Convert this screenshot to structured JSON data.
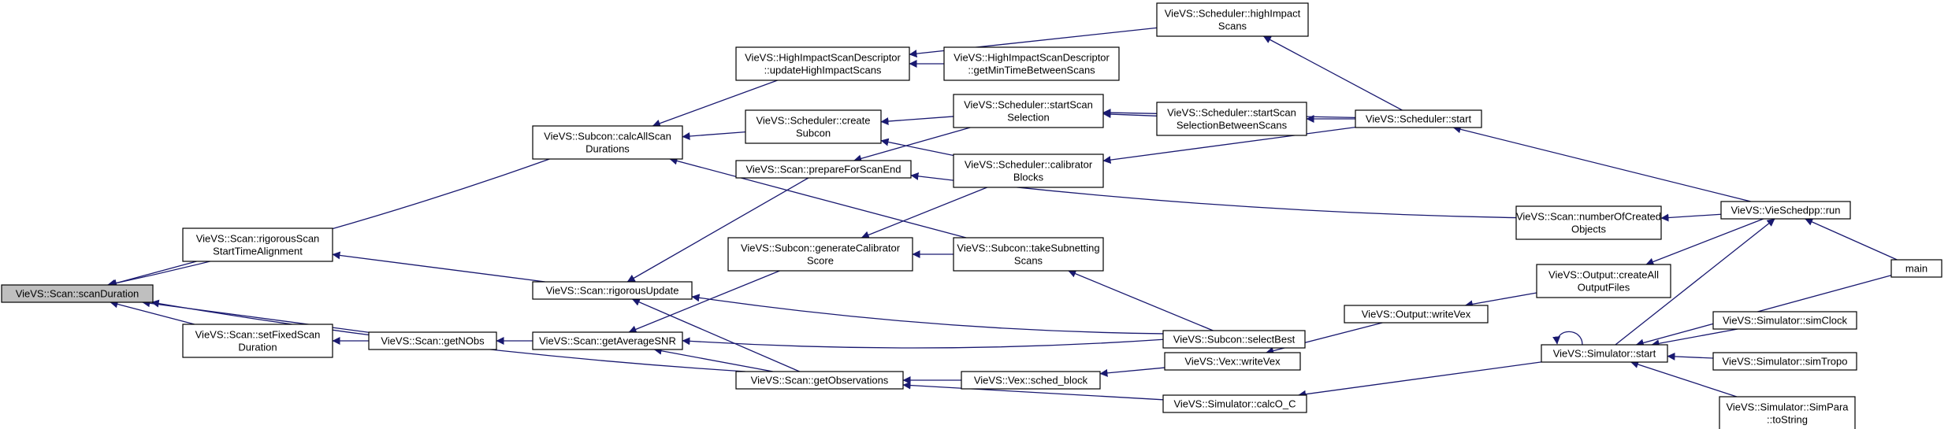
{
  "nodes": [
    {
      "id": "scanDuration",
      "lines": [
        "VieVS::Scan::scanDuration"
      ]
    },
    {
      "id": "calcAllScanDurations",
      "lines": [
        "VieVS::Subcon::calcAllScan",
        "Durations"
      ]
    },
    {
      "id": "rigorousScanStartTimeAlignment",
      "lines": [
        "VieVS::Scan::rigorousScan",
        "StartTimeAlignment"
      ]
    },
    {
      "id": "setFixedScanDuration",
      "lines": [
        "VieVS::Scan::setFixedScan",
        "Duration"
      ]
    },
    {
      "id": "getNObs",
      "lines": [
        "VieVS::Scan::getNObs"
      ]
    },
    {
      "id": "rigorousUpdate",
      "lines": [
        "VieVS::Scan::rigorousUpdate"
      ]
    },
    {
      "id": "getAverageSNR",
      "lines": [
        "VieVS::Scan::getAverageSNR"
      ]
    },
    {
      "id": "getObservations",
      "lines": [
        "VieVS::Scan::getObservations"
      ]
    },
    {
      "id": "updateHighImpactScans",
      "lines": [
        "VieVS::HighImpactScanDescriptor",
        "::updateHighImpactScans"
      ]
    },
    {
      "id": "createSubcon",
      "lines": [
        "VieVS::Scheduler::create",
        "Subcon"
      ]
    },
    {
      "id": "prepareForScanEnd",
      "lines": [
        "VieVS::Scan::prepareForScanEnd"
      ]
    },
    {
      "id": "generateCalibratorScore",
      "lines": [
        "VieVS::Subcon::generateCalibrator",
        "Score"
      ]
    },
    {
      "id": "getMinTimeBetweenScans",
      "lines": [
        "VieVS::HighImpactScanDescriptor",
        "::getMinTimeBetweenScans"
      ]
    },
    {
      "id": "highImpactScans",
      "lines": [
        "VieVS::Scheduler::highImpact",
        "Scans"
      ]
    },
    {
      "id": "startScanSelection",
      "lines": [
        "VieVS::Scheduler::startScan",
        "Selection"
      ]
    },
    {
      "id": "calibratorBlocks",
      "lines": [
        "VieVS::Scheduler::calibrator",
        "Blocks"
      ]
    },
    {
      "id": "takeSubnettingScans",
      "lines": [
        "VieVS::Subcon::takeSubnetting",
        "Scans"
      ]
    },
    {
      "id": "schedBlock",
      "lines": [
        "VieVS::Vex::sched_block"
      ]
    },
    {
      "id": "startScanSelectionBetweenScans",
      "lines": [
        "VieVS::Scheduler::startScan",
        "SelectionBetweenScans"
      ]
    },
    {
      "id": "schedulerStart",
      "lines": [
        "VieVS::Scheduler::start"
      ]
    },
    {
      "id": "selectBest",
      "lines": [
        "VieVS::Subcon::selectBest"
      ]
    },
    {
      "id": "writeVex",
      "lines": [
        "VieVS::Output::writeVex"
      ]
    },
    {
      "id": "vexWriteVex",
      "lines": [
        "VieVS::Vex::writeVex"
      ]
    },
    {
      "id": "calcOC",
      "lines": [
        "VieVS::Simulator::calcO_C"
      ]
    },
    {
      "id": "numberOfCreatedObjects",
      "lines": [
        "VieVS::Scan::numberOfCreated",
        "Objects"
      ]
    },
    {
      "id": "createAllOutputFiles",
      "lines": [
        "VieVS::Output::createAll",
        "OutputFiles"
      ]
    },
    {
      "id": "simulatorStart",
      "lines": [
        "VieVS::Simulator::start"
      ]
    },
    {
      "id": "vieSchedppRun",
      "lines": [
        "VieVS::VieSchedpp::run"
      ]
    },
    {
      "id": "simClock",
      "lines": [
        "VieVS::Simulator::simClock"
      ]
    },
    {
      "id": "simTropo",
      "lines": [
        "VieVS::Simulator::simTropo"
      ]
    },
    {
      "id": "simParaToString",
      "lines": [
        "VieVS::Simulator::SimPara",
        "::toString"
      ]
    },
    {
      "id": "main",
      "lines": [
        "main"
      ]
    }
  ],
  "edges": [
    [
      "calcAllScanDurations",
      "scanDuration"
    ],
    [
      "rigorousScanStartTimeAlignment",
      "scanDuration"
    ],
    [
      "setFixedScanDuration",
      "scanDuration"
    ],
    [
      "getNObs",
      "scanDuration"
    ],
    [
      "getObservations",
      "scanDuration"
    ],
    [
      "rigorousUpdate",
      "rigorousScanStartTimeAlignment"
    ],
    [
      "getNObs",
      "setFixedScanDuration"
    ],
    [
      "getAverageSNR",
      "getNObs"
    ],
    [
      "prepareForScanEnd",
      "rigorousUpdate"
    ],
    [
      "getObservations",
      "rigorousUpdate"
    ],
    [
      "selectBest",
      "rigorousUpdate"
    ],
    [
      "generateCalibratorScore",
      "getAverageSNR"
    ],
    [
      "getObservations",
      "getAverageSNR"
    ],
    [
      "selectBest",
      "getAverageSNR"
    ],
    [
      "schedBlock",
      "getObservations"
    ],
    [
      "calcOC",
      "getObservations"
    ],
    [
      "updateHighImpactScans",
      "calcAllScanDurations"
    ],
    [
      "createSubcon",
      "calcAllScanDurations"
    ],
    [
      "takeSubnettingScans",
      "calcAllScanDurations"
    ],
    [
      "highImpactScans",
      "updateHighImpactScans"
    ],
    [
      "getMinTimeBetweenScans",
      "updateHighImpactScans"
    ],
    [
      "startScanSelection",
      "createSubcon"
    ],
    [
      "calibratorBlocks",
      "createSubcon"
    ],
    [
      "startScanSelection",
      "prepareForScanEnd"
    ],
    [
      "numberOfCreatedObjects",
      "prepareForScanEnd"
    ],
    [
      "calibratorBlocks",
      "generateCalibratorScore"
    ],
    [
      "takeSubnettingScans",
      "generateCalibratorScore"
    ],
    [
      "selectBest",
      "takeSubnettingScans"
    ],
    [
      "vexWriteVex",
      "schedBlock"
    ],
    [
      "schedulerStart",
      "highImpactScans"
    ],
    [
      "startScanSelectionBetweenScans",
      "startScanSelection"
    ],
    [
      "schedulerStart",
      "startScanSelection"
    ],
    [
      "schedulerStart",
      "startScanSelectionBetweenScans"
    ],
    [
      "schedulerStart",
      "calibratorBlocks"
    ],
    [
      "vieSchedppRun",
      "schedulerStart"
    ],
    [
      "writeVex",
      "vexWriteVex"
    ],
    [
      "createAllOutputFiles",
      "writeVex"
    ],
    [
      "simulatorStart",
      "calcOC"
    ],
    [
      "vieSchedppRun",
      "numberOfCreatedObjects"
    ],
    [
      "vieSchedppRun",
      "createAllOutputFiles"
    ],
    [
      "main",
      "vieSchedppRun"
    ],
    [
      "simulatorStart",
      "vieSchedppRun"
    ],
    [
      "main",
      "simulatorStart"
    ],
    [
      "simulatorStart",
      "simulatorStart"
    ],
    [
      "simClock",
      "simulatorStart"
    ],
    [
      "simTropo",
      "simulatorStart"
    ],
    [
      "simParaToString",
      "simulatorStart"
    ]
  ],
  "colors": {
    "root_fill": "#bfbfbf",
    "node_fill": "#ffffff",
    "edge": "#191970"
  }
}
